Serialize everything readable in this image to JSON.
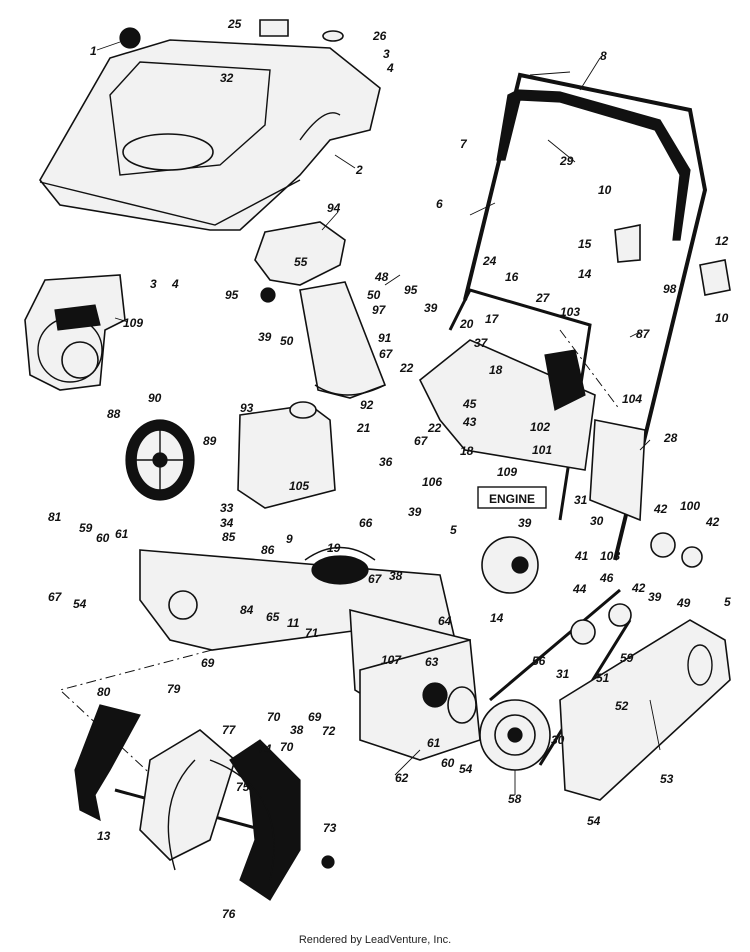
{
  "diagram": {
    "engine_label": "ENGINE",
    "callouts": {
      "p1": "1",
      "p2": "2",
      "p3a": "3",
      "p4a": "4",
      "p3b": "3",
      "p4b": "4",
      "p5a": "5",
      "p5b": "5",
      "p6": "6",
      "p7": "7",
      "p8": "8",
      "p9": "9",
      "p10a": "10",
      "p10b": "10",
      "p11": "11",
      "p12": "12",
      "p13": "13",
      "p14a": "14",
      "p14b": "14",
      "p15": "15",
      "p16": "16",
      "p17": "17",
      "p18a": "18",
      "p18b": "18",
      "p19": "19",
      "p20": "20",
      "p21": "21",
      "p22a": "22",
      "p22b": "22",
      "p24": "24",
      "p25": "25",
      "p26": "26",
      "p27": "27",
      "p28": "28",
      "p29": "29",
      "p30a": "30",
      "p30b": "30",
      "p31a": "31",
      "p31b": "31",
      "p32": "32",
      "p33": "33",
      "p34": "34",
      "p36": "36",
      "p37": "37",
      "p38a": "38",
      "p38b": "38",
      "p39a": "39",
      "p39b": "39",
      "p39c": "39",
      "p39d": "39",
      "p39e": "39",
      "p41": "41",
      "p42a": "42",
      "p42b": "42",
      "p42c": "42",
      "p43": "43",
      "p44": "44",
      "p45": "45",
      "p46": "46",
      "p48": "48",
      "p49": "49",
      "p50a": "50",
      "p50b": "50",
      "p51": "51",
      "p52": "52",
      "p53": "53",
      "p54a": "54",
      "p54b": "54",
      "p54c": "54",
      "p55": "55",
      "p56": "56",
      "p58": "58",
      "p59a": "59",
      "p59b": "59",
      "p60a": "60",
      "p60b": "60",
      "p61a": "61",
      "p61b": "61",
      "p62": "62",
      "p63": "63",
      "p64": "64",
      "p65": "65",
      "p66": "66",
      "p67a": "67",
      "p67b": "67",
      "p67c": "67",
      "p67d": "67",
      "p69a": "69",
      "p69b": "69",
      "p70a": "70",
      "p70b": "70",
      "p71": "71",
      "p72": "72",
      "p73": "73",
      "p74": "74",
      "p75": "75",
      "p76": "76",
      "p77": "77",
      "p79": "79",
      "p80": "80",
      "p81": "81",
      "p84": "84",
      "p85": "85",
      "p86": "86",
      "p87": "87",
      "p88": "88",
      "p89": "89",
      "p90": "90",
      "p91": "91",
      "p92": "92",
      "p93": "93",
      "p94": "94",
      "p95a": "95",
      "p95b": "95",
      "p97": "97",
      "p98": "98",
      "p100": "100",
      "p101": "101",
      "p102": "102",
      "p103": "103",
      "p104": "104",
      "p105": "105",
      "p106": "106",
      "p107": "107",
      "p108": "108",
      "p109a": "109",
      "p109b": "109"
    }
  },
  "footer": {
    "text": "Rendered by LeadVenture, Inc."
  }
}
